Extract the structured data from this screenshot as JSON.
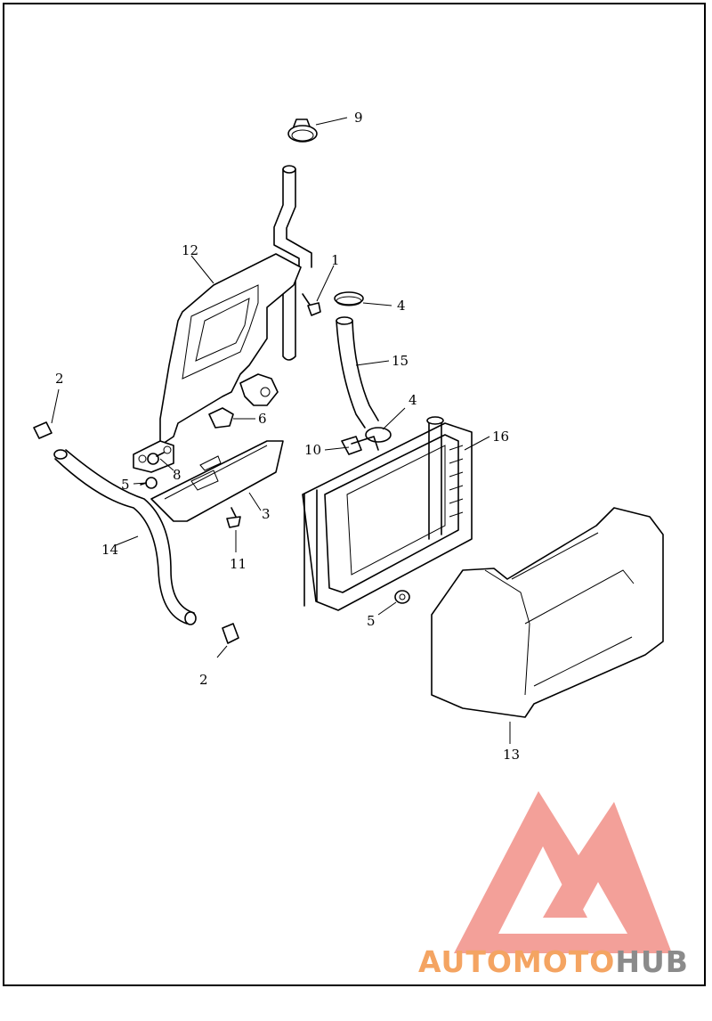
{
  "diagram": {
    "callouts": [
      {
        "id": "c1",
        "label": "1"
      },
      {
        "id": "c2a",
        "label": "2"
      },
      {
        "id": "c2b",
        "label": "2"
      },
      {
        "id": "c3",
        "label": "3"
      },
      {
        "id": "c4a",
        "label": "4"
      },
      {
        "id": "c4b",
        "label": "4"
      },
      {
        "id": "c5a",
        "label": "5"
      },
      {
        "id": "c5b",
        "label": "5"
      },
      {
        "id": "c6",
        "label": "6"
      },
      {
        "id": "c8",
        "label": "8"
      },
      {
        "id": "c9",
        "label": "9"
      },
      {
        "id": "c10",
        "label": "10"
      },
      {
        "id": "c11",
        "label": "11"
      },
      {
        "id": "c12",
        "label": "12"
      },
      {
        "id": "c13",
        "label": "13"
      },
      {
        "id": "c14",
        "label": "14"
      },
      {
        "id": "c15",
        "label": "15"
      },
      {
        "id": "c16",
        "label": "16"
      }
    ]
  },
  "watermark": {
    "part1": "AUTO",
    "part2": "MOTO",
    "part3": "HUB",
    "colors": {
      "auto": "#f4a462",
      "moto": "#f4a462",
      "hub": "#8b8b8b",
      "logo": "#f08c84"
    }
  }
}
